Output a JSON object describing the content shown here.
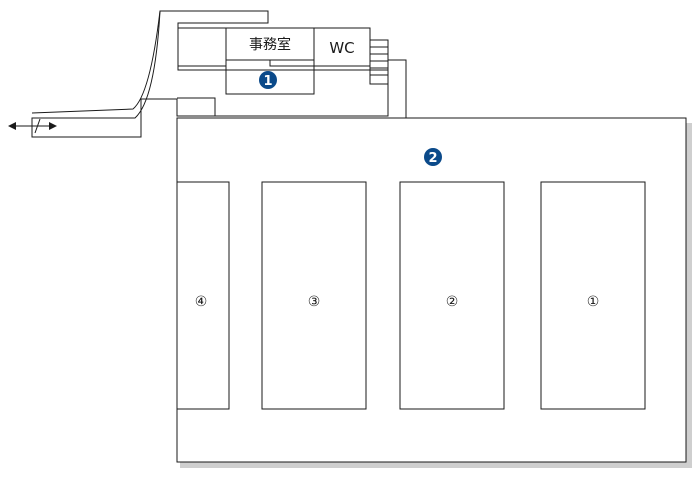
{
  "rooms": {
    "office_label": "事務室",
    "wc_label": "WC"
  },
  "markers": {
    "office_marker": "1",
    "area_marker": "2"
  },
  "spaces": [
    {
      "label": "④"
    },
    {
      "label": "③"
    },
    {
      "label": "②"
    },
    {
      "label": "①"
    }
  ],
  "colors": {
    "marker": "#0b4a8a",
    "line": "#1a1a1a",
    "shadow": "#cfcfcf"
  }
}
